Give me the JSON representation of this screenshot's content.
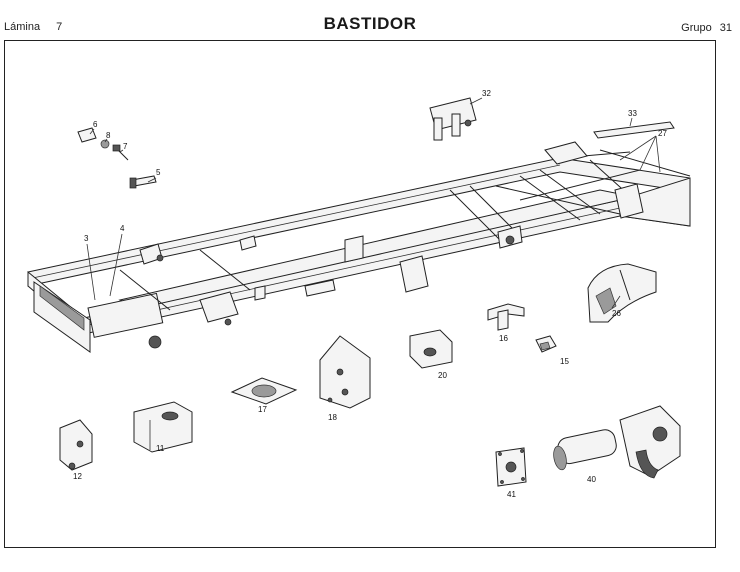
{
  "header": {
    "left_label": "Lámina",
    "left_number": "7",
    "title": "BASTIDOR",
    "right_label": "Grupo",
    "right_number": "31"
  },
  "callouts": {
    "c3": "3",
    "c4": "4",
    "c5": "5",
    "c6": "6",
    "c7": "7",
    "c8": "8",
    "c11": "11",
    "c12": "12",
    "c15": "15",
    "c16": "16",
    "c17": "17",
    "c18": "18",
    "c20": "20",
    "c26": "26",
    "c27": "27",
    "c32": "32",
    "c33": "33",
    "c40": "40",
    "c41": "41"
  }
}
